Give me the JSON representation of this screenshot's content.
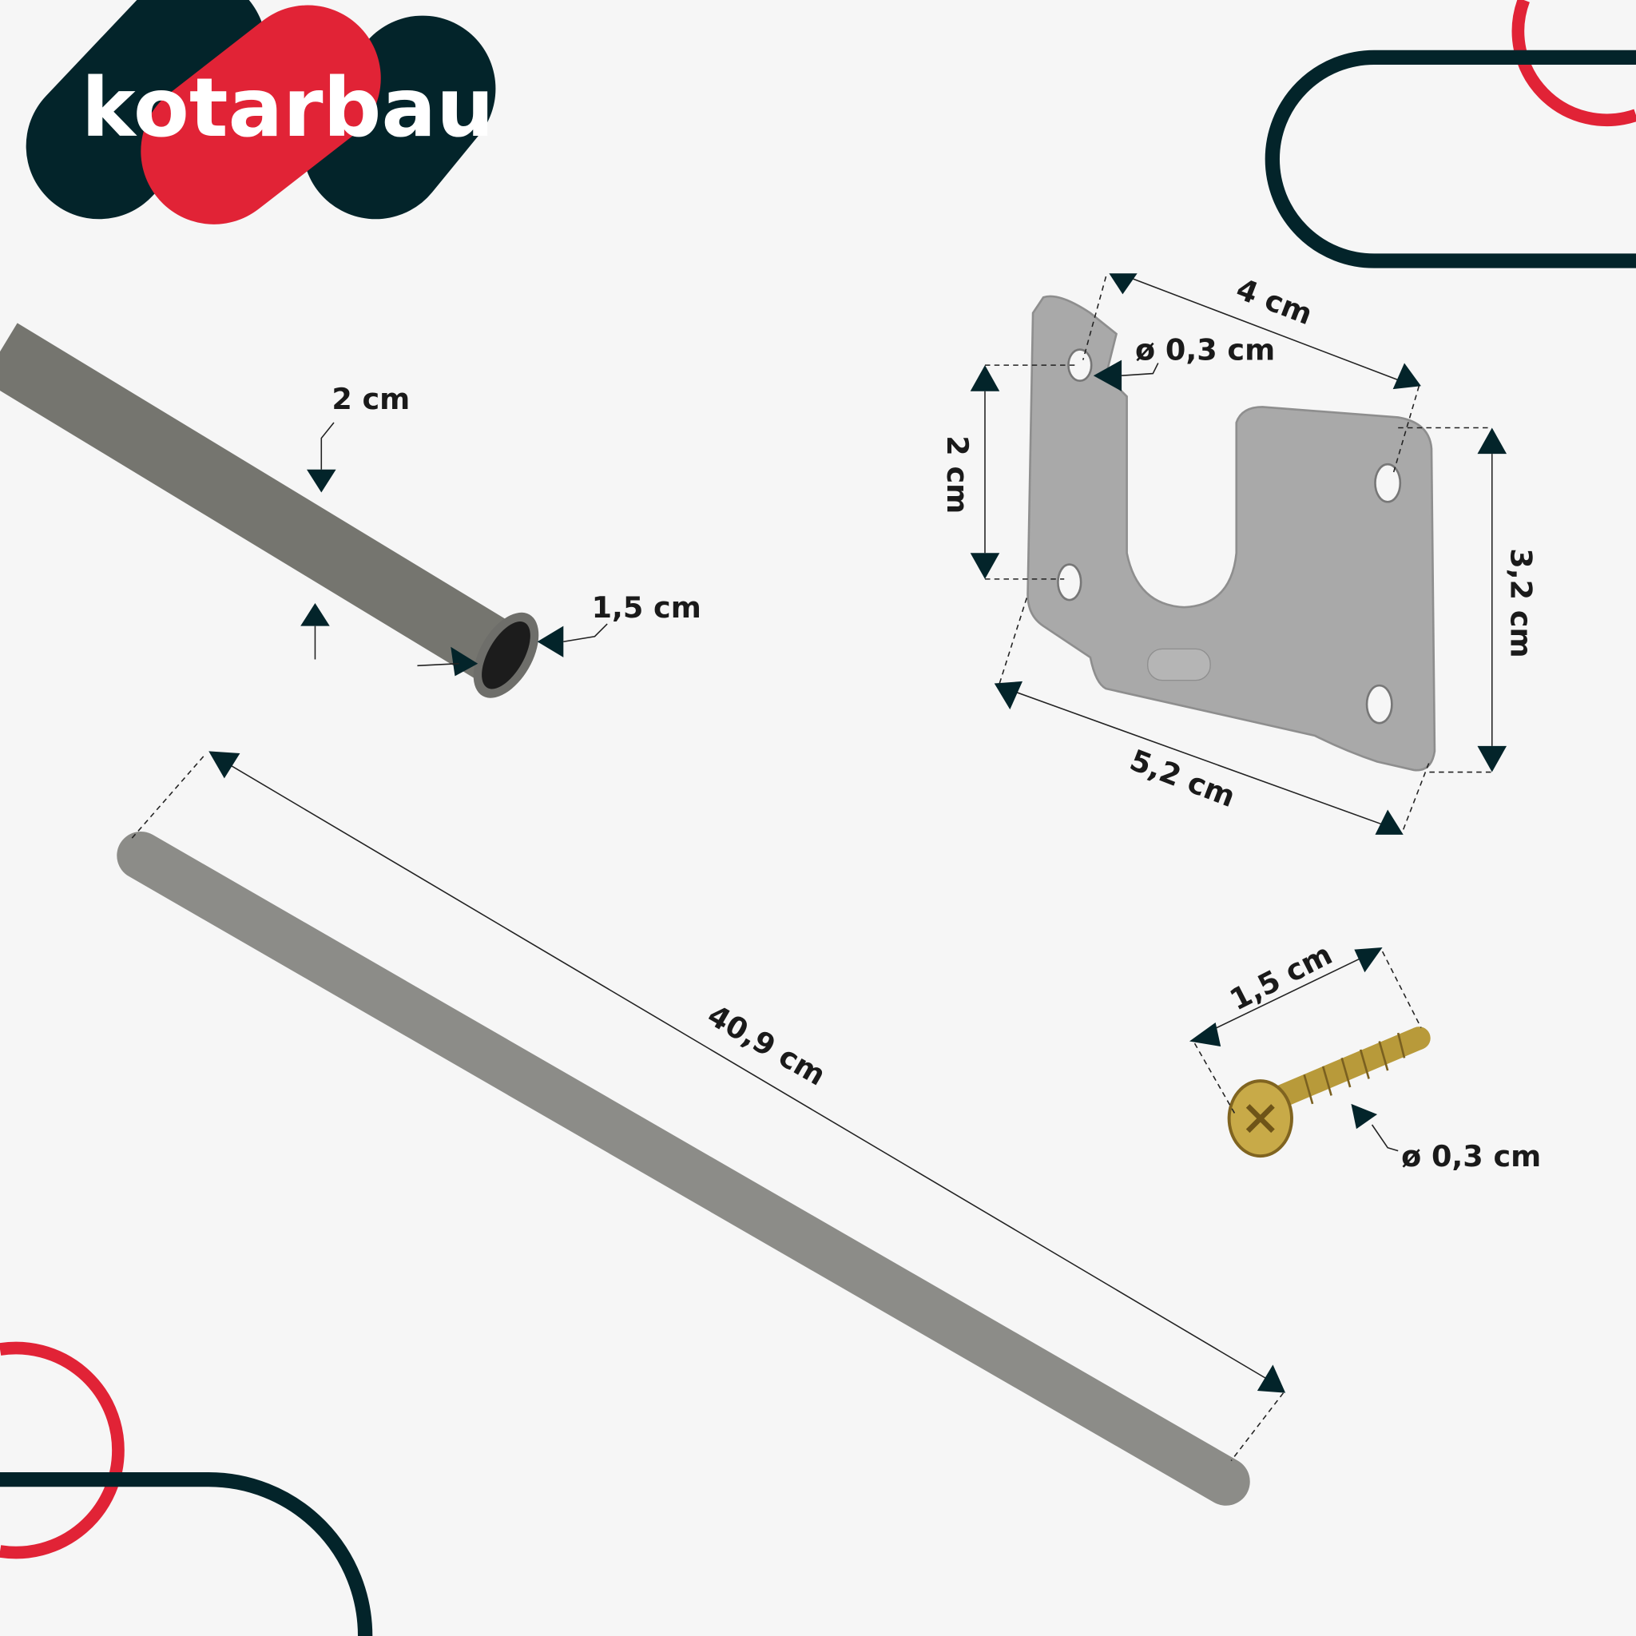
{
  "brand": {
    "name": "kotarbau",
    "colors": {
      "dark": "#03242a",
      "red": "#e12336",
      "background": "#f6f6f6"
    }
  },
  "rail_short": {
    "height_label": "2 cm",
    "width_label": "1,5 cm"
  },
  "rail_long": {
    "length_label": "40,9 cm"
  },
  "bracket": {
    "width_top_label": "4 cm",
    "hole_label": "ø 0,3 cm",
    "left_height_label": "2 cm",
    "right_height_label": "3,2 cm",
    "width_bottom_label": "5,2 cm"
  },
  "screw": {
    "length_label": "1,5 cm",
    "diameter_label": "ø 0,3 cm"
  }
}
